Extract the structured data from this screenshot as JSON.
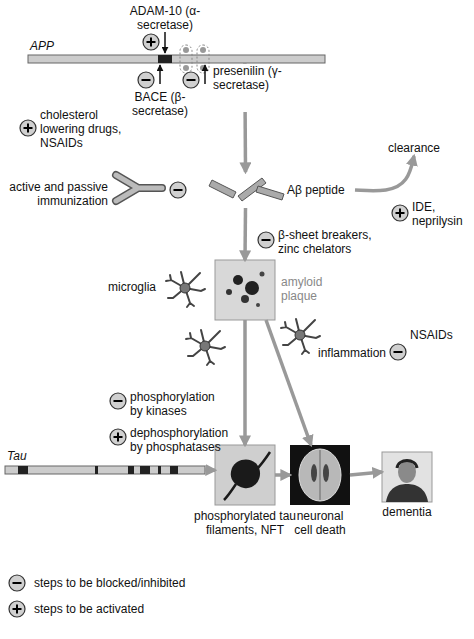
{
  "diagram": {
    "nodes": [
      {
        "text": [
          "APP"
        ]
      },
      {
        "text": [
          "Aβ peptide"
        ]
      },
      {
        "text": [
          "clearance"
        ]
      },
      {
        "text": [
          "amyloid plaque"
        ]
      },
      {
        "text": [
          "Tau"
        ]
      },
      {
        "text": [
          "phosphorylated tau filaments, NFT"
        ]
      },
      {
        "text": [
          "neuronal cell death"
        ]
      },
      {
        "text": [
          "dementia"
        ]
      }
    ],
    "edges": [
      {
        "from": 0,
        "to": 1,
        "arrow": "to"
      },
      {
        "from": 1,
        "to": 2,
        "arrow": "to"
      },
      {
        "from": 1,
        "to": 3,
        "arrow": "to"
      },
      {
        "from": 3,
        "to": 5,
        "arrow": "to"
      },
      {
        "from": 3,
        "to": 6,
        "arrow": "to"
      },
      {
        "from": 4,
        "to": 5,
        "arrow": "to"
      },
      {
        "from": 5,
        "to": 6,
        "arrow": "to"
      },
      {
        "from": 6,
        "to": 7,
        "arrow": "to"
      }
    ],
    "labels": [
      "ADAM-10 (α-secretase)",
      "BACE (β-secretase)",
      "presenilin (γ-secretase)",
      "cholesterol lowering drugs, NSAIDs",
      "IDE, neprilysin",
      "active and passive immunization",
      "β-sheet breakers, zinc chelators",
      "microglia",
      "inflammation",
      "NSAIDs",
      "phosphorylation by kinases",
      "dephosphorylation by phosphatases"
    ],
    "legend": [
      {
        "text": "steps to be blocked/inhibited"
      },
      {
        "text": "steps to be activated"
      }
    ]
  }
}
